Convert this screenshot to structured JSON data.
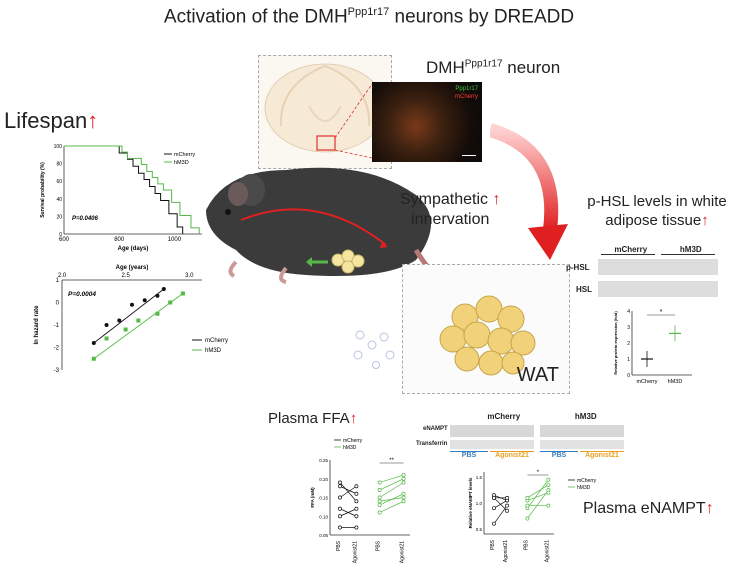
{
  "title": {
    "main": "Activation of the DMH",
    "sup": "Ppp1r17",
    "tail": " neurons by DREADD"
  },
  "neuron_label": {
    "main": "DMH",
    "sup": "Ppp1r17",
    "tail": " neuron"
  },
  "micro_labels": {
    "green": "Ppp1r17",
    "red": "mCherry"
  },
  "lifespan": {
    "label": "Lifespan",
    "arrow": "↑"
  },
  "sympathetic": {
    "line1": "Sympathetic",
    "line2": "innervation"
  },
  "phsl_title": {
    "line1": "p-HSL levels in white",
    "line2": "adipose tissue",
    "arrow": "↑"
  },
  "wat_label": "WAT",
  "plasma_ffa": {
    "label": "Plasma FFA",
    "arrow": "↑"
  },
  "plasma_enampt": {
    "label": "Plasma eNAMPT",
    "arrow": "↑"
  },
  "colors": {
    "mcherry": "#111111",
    "hm3d": "#55b947",
    "accent_red": "#e02020",
    "pbs_blue": "#3a7fc0",
    "agonist_orange": "#e8a020"
  },
  "survival": {
    "ylabel": "Survival probability (%)",
    "xlabel": "Age (days)",
    "p_text": "P=0.0406",
    "legend": [
      "mCherry",
      "hM3D"
    ],
    "xticks": [
      "600",
      "800",
      "1000"
    ],
    "yticks": [
      "0",
      "20",
      "40",
      "60",
      "80",
      "100"
    ]
  },
  "hazard": {
    "top_xlabel": "Age (years)",
    "ylabel": "ln hazard rate",
    "p_text": "P=0.0004",
    "legend": [
      "mCherry",
      "hM3D"
    ],
    "xticks": [
      "2.0",
      "2.5",
      "3.0"
    ],
    "yticks": [
      "1",
      "0",
      "-1",
      "-2",
      "-3"
    ]
  },
  "phsl_blot": {
    "groups": [
      "mCherry",
      "hM3D"
    ],
    "rows": [
      "p-HSL",
      "HSL"
    ]
  },
  "phsl_bar": {
    "ylabel": "Relative protein expression (fold)",
    "groups": [
      "mCherry",
      "hM3D"
    ],
    "yticks": [
      "0",
      "1",
      "2",
      "3",
      "4"
    ],
    "sig": "*"
  },
  "ffa_chart": {
    "ylabel": "FFA (mM)",
    "legend": [
      "mCherry",
      "hM3D"
    ],
    "yticks": [
      "0.05",
      "0.10",
      "0.15",
      "0.20",
      "0.25"
    ],
    "xlabels": [
      "PBS",
      "Agonist21",
      "PBS",
      "Agonist21"
    ],
    "sig": "**"
  },
  "enampt_blot": {
    "groups": [
      "mCherry",
      "hM3D"
    ],
    "rows": [
      "eNAMPT",
      "Transferrin"
    ],
    "treat": [
      "PBS",
      "Agonist21",
      "PBS",
      "Agonist21"
    ]
  },
  "enampt_chart": {
    "ylabel": "Relative eNAMPT levels",
    "legend": [
      "mCherry",
      "hM3D"
    ],
    "xlabels": [
      "PBS",
      "Agonist21",
      "PBS",
      "Agonist21"
    ],
    "sig": "*",
    "yticks": [
      "0.5",
      "1.0",
      "1.5"
    ]
  },
  "chart_data": [
    {
      "type": "line",
      "title": "",
      "xlabel": "Age (days)",
      "ylabel": "Survival probability (%)",
      "xlim": [
        600,
        1100
      ],
      "ylim": [
        0,
        100
      ],
      "series": [
        {
          "name": "mCherry",
          "x": [
            600,
            770,
            800,
            830,
            850,
            870,
            890,
            910,
            930,
            950,
            980,
            1010,
            1030
          ],
          "y": [
            100,
            100,
            92,
            85,
            77,
            69,
            62,
            54,
            46,
            38,
            23,
            8,
            0
          ]
        },
        {
          "name": "hM3D",
          "x": [
            600,
            780,
            810,
            830,
            880,
            900,
            920,
            940,
            960,
            990,
            1020,
            1060,
            1090
          ],
          "y": [
            100,
            100,
            93,
            86,
            79,
            71,
            64,
            57,
            50,
            36,
            21,
            7,
            0
          ]
        }
      ]
    },
    {
      "type": "scatter",
      "title": "",
      "xlabel": "Age (years)",
      "ylabel": "ln hazard rate",
      "xlim": [
        2.0,
        3.1
      ],
      "ylim": [
        -3,
        1
      ],
      "series": [
        {
          "name": "mCherry",
          "x": [
            2.25,
            2.35,
            2.45,
            2.55,
            2.65,
            2.75,
            2.8
          ],
          "y": [
            -1.8,
            -1.0,
            -0.8,
            -0.1,
            0.1,
            0.3,
            0.6
          ]
        },
        {
          "name": "hM3D",
          "x": [
            2.25,
            2.35,
            2.5,
            2.6,
            2.75,
            2.85,
            2.95
          ],
          "y": [
            -2.5,
            -1.6,
            -1.2,
            -0.8,
            -0.5,
            0.0,
            0.4
          ]
        }
      ]
    },
    {
      "type": "bar",
      "title": "",
      "ylabel": "Relative protein expression (fold)",
      "categories": [
        "mCherry",
        "hM3D"
      ],
      "values": [
        1.0,
        2.6
      ],
      "ylim": [
        0,
        4
      ]
    },
    {
      "type": "line",
      "title": "",
      "ylabel": "FFA (mM)",
      "categories": [
        "PBS",
        "Agonist21",
        "PBS",
        "Agonist21"
      ],
      "ylim": [
        0.05,
        0.25
      ],
      "series": [
        {
          "name": "mCherry",
          "pairs": [
            [
              0.19,
              0.14
            ],
            [
              0.15,
              0.18
            ],
            [
              0.12,
              0.1
            ],
            [
              0.1,
              0.12
            ],
            [
              0.07,
              0.07
            ],
            [
              0.18,
              0.16
            ]
          ]
        },
        {
          "name": "hM3D",
          "pairs": [
            [
              0.19,
              0.21
            ],
            [
              0.15,
              0.19
            ],
            [
              0.13,
              0.16
            ],
            [
              0.14,
              0.15
            ],
            [
              0.11,
              0.14
            ],
            [
              0.17,
              0.2
            ]
          ]
        }
      ]
    },
    {
      "type": "line",
      "title": "",
      "ylabel": "Relative eNAMPT levels",
      "categories": [
        "PBS",
        "Agonist21",
        "PBS",
        "Agonist21"
      ],
      "ylim": [
        0.4,
        1.6
      ],
      "series": [
        {
          "name": "mCherry",
          "pairs": [
            [
              1.15,
              1.05
            ],
            [
              1.1,
              0.85
            ],
            [
              0.9,
              1.05
            ],
            [
              1.1,
              1.1
            ],
            [
              0.6,
              0.95
            ]
          ]
        },
        {
          "name": "hM3D",
          "pairs": [
            [
              0.7,
              1.25
            ],
            [
              0.9,
              1.45
            ],
            [
              1.05,
              1.2
            ],
            [
              1.1,
              1.35
            ],
            [
              0.95,
              0.95
            ]
          ]
        }
      ]
    }
  ]
}
